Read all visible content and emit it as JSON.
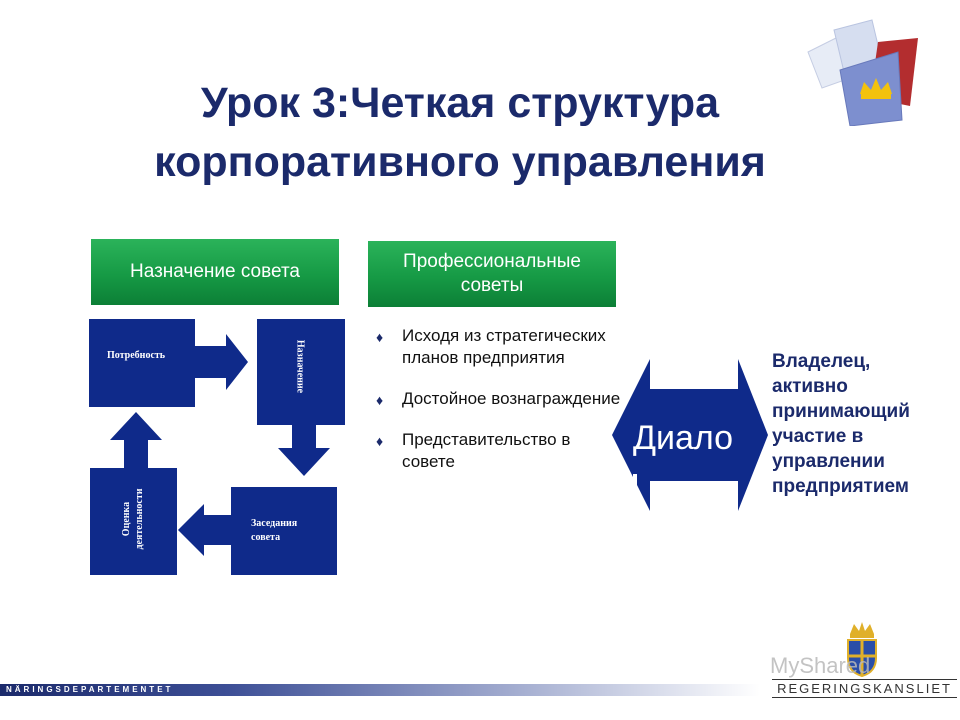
{
  "title": {
    "line1": "Урок 3:Четкая структура",
    "line2": "корпоративного управления"
  },
  "left_header": "Назначение совета",
  "right_header": {
    "line1": "Профессиональные",
    "line2": "советы"
  },
  "cycle": {
    "need": "Потребность",
    "appointment": "Назначение",
    "meetings_line1": "Заседания",
    "meetings_line2": "совета",
    "evaluation_line1": "Оценка",
    "evaluation_line2": "деятельности"
  },
  "bullets": [
    "Исходя из стратегических планов предприятия",
    "Достойное вознаграждение",
    "Представительство в совете"
  ],
  "dialogue_label": "Диало",
  "owner_text": {
    "line1": "Владелец,",
    "line2": "активно",
    "line3": "принимающий",
    "line4": "участие в",
    "line5": "управлении",
    "line6": "предприятием"
  },
  "footer": {
    "department": "NÄRINGSDEPARTEMENTET",
    "logo_text": "REGERINGSKANSLIET"
  },
  "watermark": "MyShared",
  "colors": {
    "title": "#1b2a6b",
    "green": "#169a45",
    "navy": "#0f2a8a"
  }
}
